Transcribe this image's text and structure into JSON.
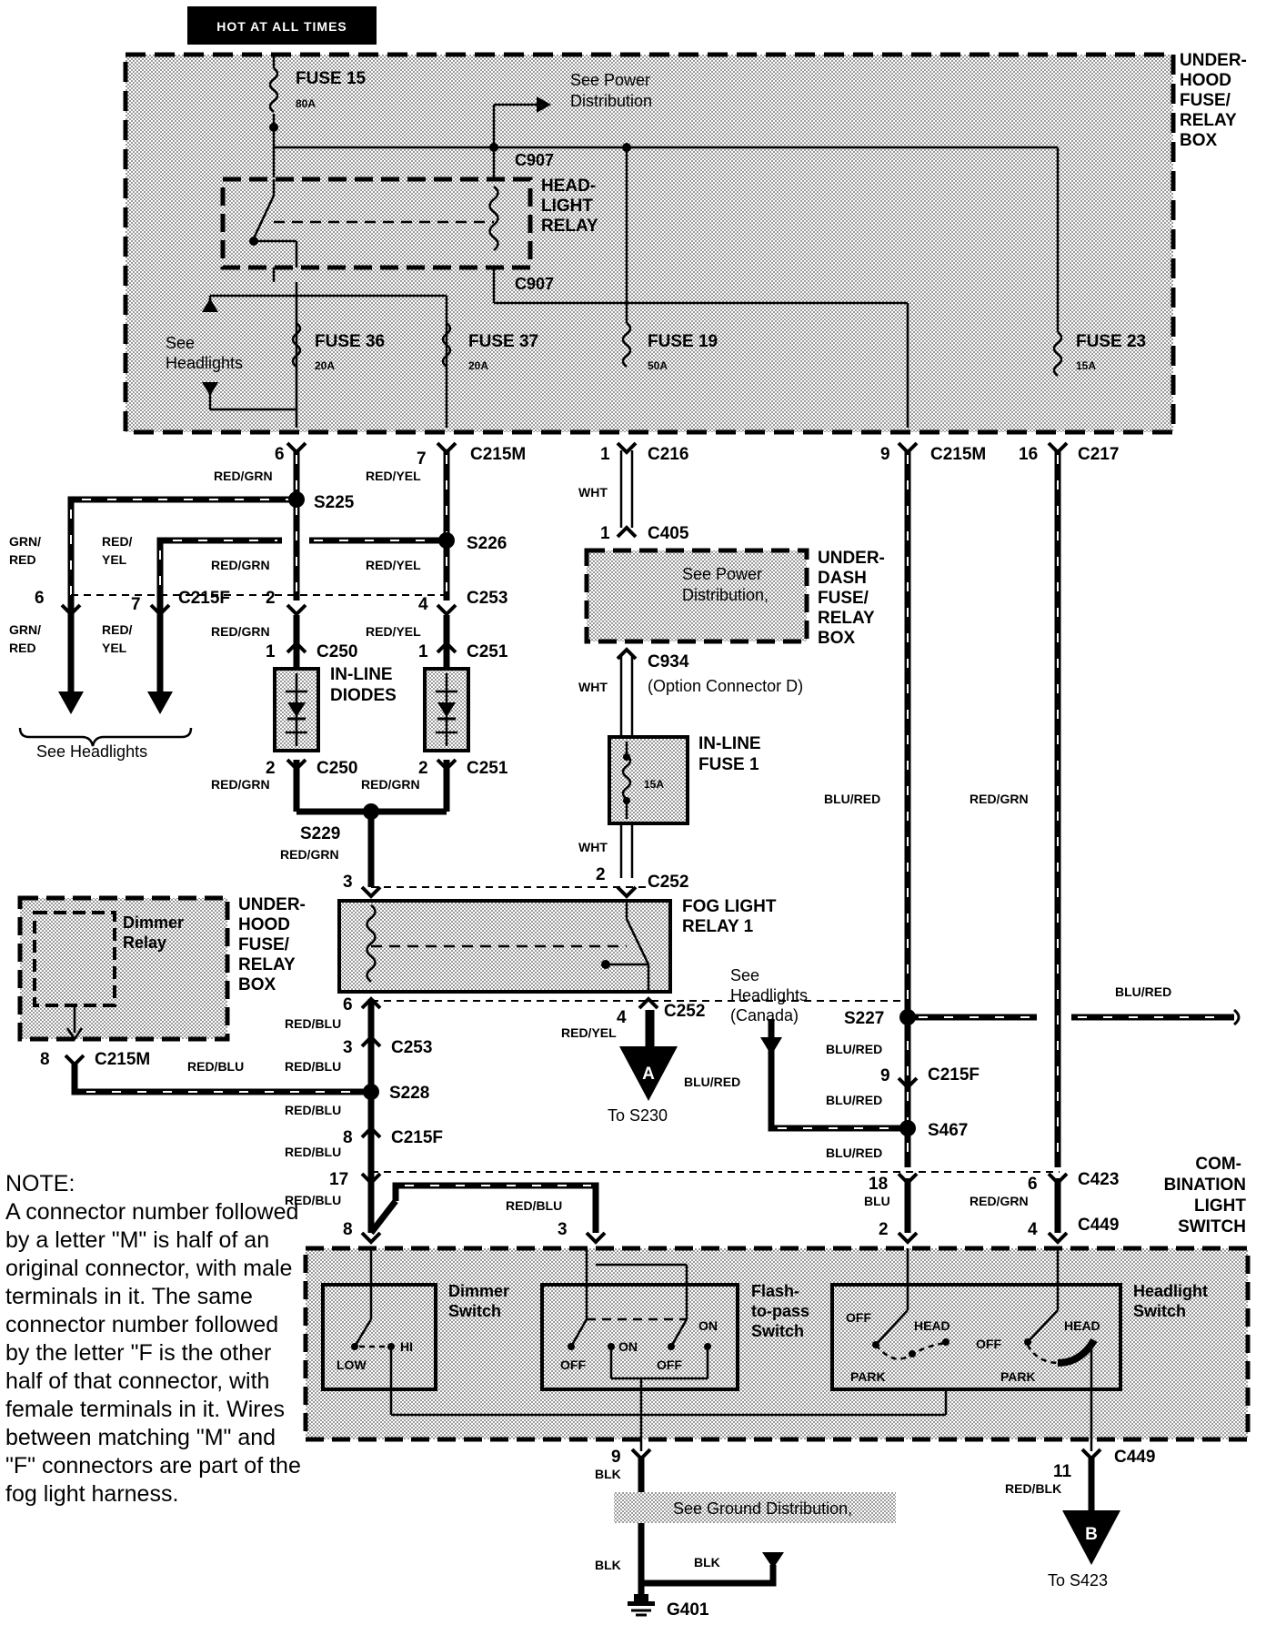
{
  "banner": "HOT AT ALL TIMES",
  "boxes": {
    "underhood_top": [
      "UNDER-",
      "HOOD",
      "FUSE/",
      "RELAY",
      "BOX"
    ],
    "underdash": [
      "UNDER-",
      "DASH",
      "FUSE/",
      "RELAY",
      "BOX"
    ],
    "underhood_left": [
      "UNDER-",
      "HOOD",
      "FUSE/",
      "RELAY",
      "BOX"
    ],
    "combination": [
      "COM-",
      "BINATION",
      "LIGHT",
      "SWITCH"
    ]
  },
  "fuses": {
    "f15": {
      "name": "FUSE 15",
      "rating": "80A"
    },
    "f36": {
      "name": "FUSE 36",
      "rating": "20A"
    },
    "f37": {
      "name": "FUSE 37",
      "rating": "20A"
    },
    "f19": {
      "name": "FUSE 19",
      "rating": "50A"
    },
    "f23": {
      "name": "FUSE 23",
      "rating": "15A"
    },
    "inline": {
      "name": [
        "IN-LINE",
        "FUSE 1"
      ],
      "rating": "15A"
    }
  },
  "components": {
    "headlight_relay": [
      "HEAD-",
      "LIGHT",
      "RELAY"
    ],
    "inline_diodes": [
      "IN-LINE",
      "DIODES"
    ],
    "fog_relay": [
      "FOG LIGHT",
      "RELAY 1"
    ],
    "dimmer_relay": [
      "Dimmer",
      "Relay"
    ],
    "dimmer_switch": [
      "Dimmer",
      "Switch"
    ],
    "flash_switch": [
      "Flash-",
      "to-pass",
      "Switch"
    ],
    "headlight_switch": [
      "Headlight",
      "Switch"
    ]
  },
  "refs": {
    "power_dist_top": [
      "See Power",
      "Distribution"
    ],
    "power_dist_dash": [
      "See Power",
      "Distribution,"
    ],
    "see_headlights_top": [
      "See",
      "Headlights"
    ],
    "see_headlights_left": "See Headlights",
    "see_headlights_canada": [
      "See",
      "Headlights",
      "(Canada)"
    ],
    "ground_dist": "See Ground Distribution,",
    "option_connector": "(Option Connector D)",
    "to_s230": "To S230",
    "to_s423": "To S423",
    "arrow_a": "A",
    "arrow_b": "B"
  },
  "connectors": {
    "c907a": "C907",
    "c907b": "C907",
    "c215m_a": "C215M",
    "c216": "C216",
    "c215m_b": "C215M",
    "c217": "C217",
    "c405": "C405",
    "c934": "C934",
    "c215f_a": "C215F",
    "c253_a": "C253",
    "c250_a": "C250",
    "c251_a": "C251",
    "c250_b": "C250",
    "c251_b": "C251",
    "c252_a": "C252",
    "c252_b": "C252",
    "c253_b": "C253",
    "c215m_c": "C215M",
    "c215f_b": "C215F",
    "c215f_c": "C215F",
    "c423": "C423",
    "c449_a": "C449",
    "c449_b": "C449",
    "s225": "S225",
    "s226": "S226",
    "s229": "S229",
    "s228": "S228",
    "s227": "S227",
    "s467": "S467",
    "g401": "G401"
  },
  "pins": {
    "p6a": "6",
    "p7a": "7",
    "p1a": "1",
    "p9a": "9",
    "p16": "16",
    "p1b": "1",
    "p6b": "6",
    "p7b": "7",
    "p2a": "2",
    "p4a": "4",
    "p1c": "1",
    "p1d": "1",
    "p2b": "2",
    "p2c": "2",
    "p3a": "3",
    "p2d": "2",
    "p6c": "6",
    "p4b": "4",
    "p3b": "3",
    "p8a": "8",
    "p8b": "8",
    "p17": "17",
    "p8c": "8",
    "p3c": "3",
    "p9b": "9",
    "p18": "18",
    "p2e": "2",
    "p6d": "6",
    "p4c": "4",
    "p9c": "9",
    "p11": "11"
  },
  "wires": {
    "redgrn": "RED/GRN",
    "redyel": "RED/YEL",
    "grn": "GRN/",
    "red": "RED",
    "redslash": "RED/",
    "yel": "YEL",
    "wht": "WHT",
    "blured": "BLU/RED",
    "redblu": "RED/BLU",
    "blu": "BLU",
    "blk": "BLK",
    "redblk": "RED/BLK"
  },
  "switch_positions": {
    "low": "LOW",
    "hi": "HI",
    "off": "OFF",
    "on": "ON",
    "head": "HEAD",
    "park": "PARK"
  },
  "note": {
    "title": "NOTE:",
    "body": "A connector number followed by a letter \"M\" is half of an original connector, with male terminals in it. The same connector number followed by the letter \"F is the other half of that connector, with female terminals in it. Wires between matching \"M\" and \"F\" connectors are part of the fog light harness."
  }
}
